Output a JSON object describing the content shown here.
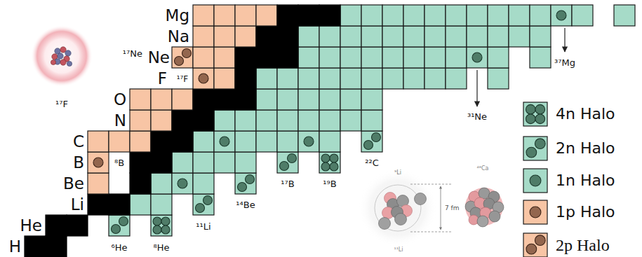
{
  "diagram": {
    "labels": [
      "Mg",
      "Na",
      "Ne",
      "F",
      "O",
      "N",
      "C",
      "B",
      "Be",
      "Li",
      "He",
      "H",
      "¹⁷Ne",
      "¹⁷F",
      "⁸B",
      "⁶He",
      "⁸He",
      "¹¹Li",
      "¹⁴Be",
      "¹⁷B",
      "¹⁹B",
      "²²C",
      "³¹Ne",
      "³⁷Mg",
      "¹⁷F",
      "⁹Li",
      "7 fm",
      "¹¹Li",
      "⁴⁸Ca"
    ],
    "legend": [
      {
        "text": "4n Halo"
      },
      {
        "text": "2n Halo"
      },
      {
        "text": "1n Halo"
      },
      {
        "text": "1p Halo"
      },
      {
        "text": "2p Halo"
      }
    ]
  }
}
